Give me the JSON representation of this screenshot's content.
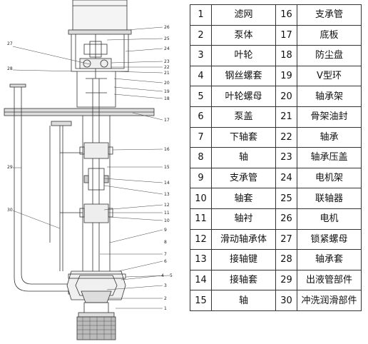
{
  "callouts": [
    "1",
    "2",
    "3",
    "4",
    "5",
    "6",
    "7",
    "8",
    "9",
    "10",
    "11",
    "12",
    "13",
    "14",
    "15",
    "16",
    "17",
    "18",
    "19",
    "20",
    "21",
    "22",
    "23",
    "24",
    "25",
    "26",
    "27",
    "28",
    "29",
    "30"
  ],
  "parts": [
    {
      "no": "1",
      "name": "滤网"
    },
    {
      "no": "2",
      "name": "泵体"
    },
    {
      "no": "3",
      "name": "叶轮"
    },
    {
      "no": "4",
      "name": "钢丝螺套"
    },
    {
      "no": "5",
      "name": "叶轮螺母"
    },
    {
      "no": "6",
      "name": "泵盖"
    },
    {
      "no": "7",
      "name": "下轴套"
    },
    {
      "no": "8",
      "name": "轴"
    },
    {
      "no": "9",
      "name": "支承管"
    },
    {
      "no": "10",
      "name": "轴套"
    },
    {
      "no": "11",
      "name": "轴衬"
    },
    {
      "no": "12",
      "name": "滑动轴承体"
    },
    {
      "no": "13",
      "name": "接轴键"
    },
    {
      "no": "14",
      "name": "接轴套"
    },
    {
      "no": "15",
      "name": "轴"
    },
    {
      "no": "16",
      "name": "支承管"
    },
    {
      "no": "17",
      "name": "底板"
    },
    {
      "no": "18",
      "name": "防尘盘"
    },
    {
      "no": "19",
      "name": "V型环"
    },
    {
      "no": "20",
      "name": "轴承架"
    },
    {
      "no": "21",
      "name": "骨架油封"
    },
    {
      "no": "22",
      "name": "轴承"
    },
    {
      "no": "23",
      "name": "轴承压盖"
    },
    {
      "no": "24",
      "name": "电机架"
    },
    {
      "no": "25",
      "name": "联轴器"
    },
    {
      "no": "26",
      "name": "电机"
    },
    {
      "no": "27",
      "name": "锁紧螺母"
    },
    {
      "no": "28",
      "name": "轴承套"
    },
    {
      "no": "29",
      "name": "出液管部件"
    },
    {
      "no": "30",
      "name": "冲洗润滑部件"
    }
  ]
}
